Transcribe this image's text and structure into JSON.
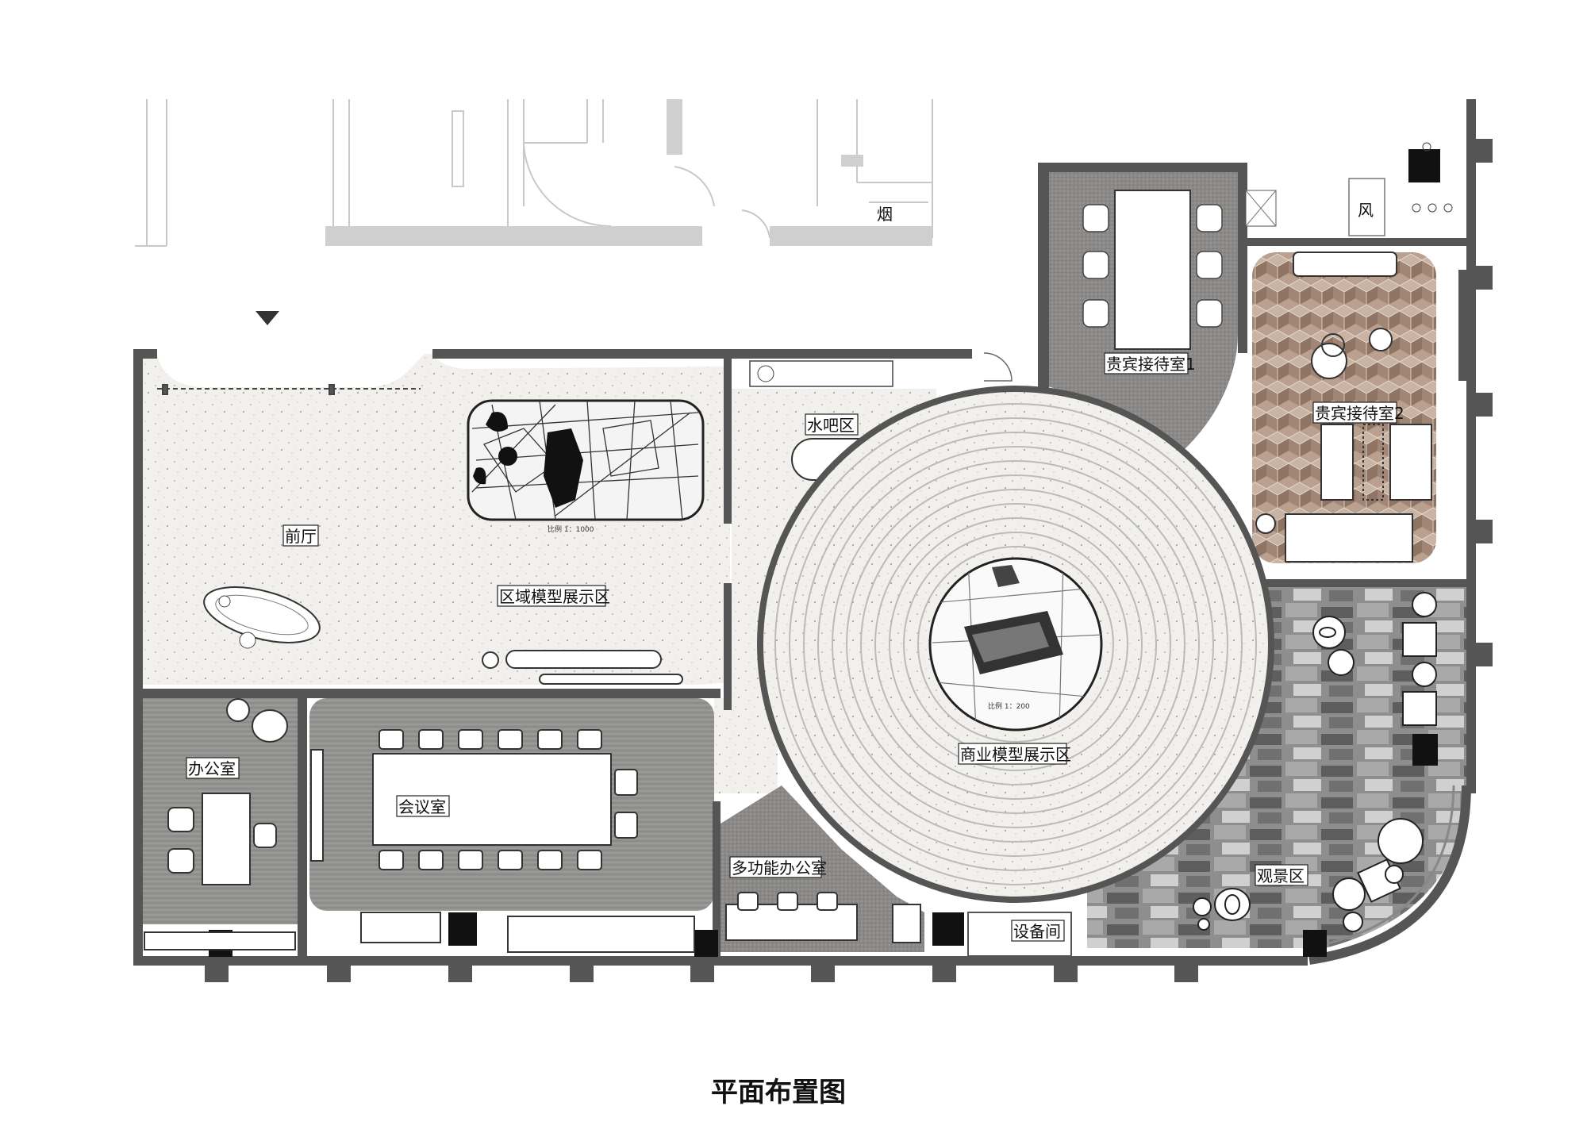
{
  "drawing": {
    "caption": "平面布置图",
    "rooms": {
      "lobby": "前厅",
      "regional_model": "区域模型展示区",
      "water_bar": "水吧区",
      "vip1": "贵宾接待室1",
      "vip2": "贵宾接待室2",
      "commercial_model": "商业模型展示区",
      "office": "办公室",
      "meeting": "会议室",
      "multi_office": "多功能办公室",
      "equipment": "设备间",
      "viewing": "观景区"
    },
    "scales": {
      "regional": "比例 1：1000",
      "commercial": "比例 1：200"
    },
    "shaft_labels": {
      "smoke": "烟",
      "air": "风"
    },
    "colors": {
      "wall": "#555555",
      "floor_light": "#f1f0ed",
      "carpet": "#8d8c89",
      "vip2_floor": "#b79d8c",
      "viewing_floor": "#8a8a8a",
      "existing_lines": "#c8c8c8"
    }
  }
}
